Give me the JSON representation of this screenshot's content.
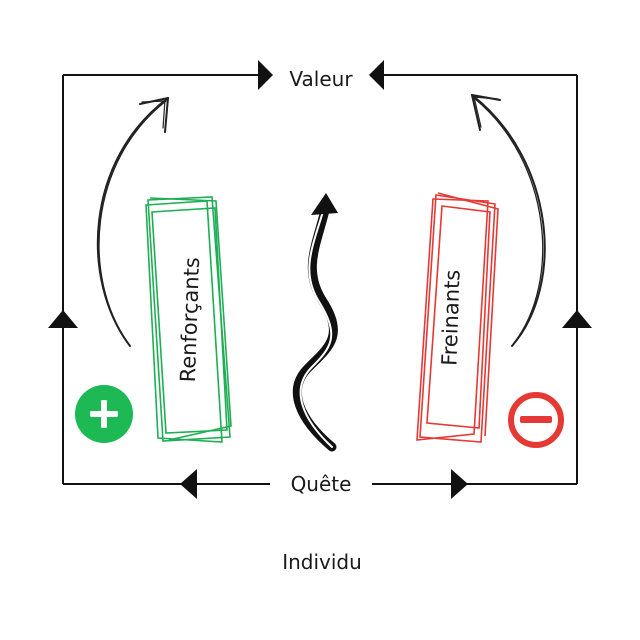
{
  "labels": {
    "top": "Valeur",
    "bottom": "Quête",
    "footer": "Individu",
    "left_box": "Renforçants",
    "right_box": "Freinants"
  },
  "colors": {
    "line": "#111111",
    "positive": "#1db954",
    "negative": "#e53935"
  },
  "icons": {
    "positive": "plus-circle-icon",
    "negative": "minus-circle-icon"
  }
}
